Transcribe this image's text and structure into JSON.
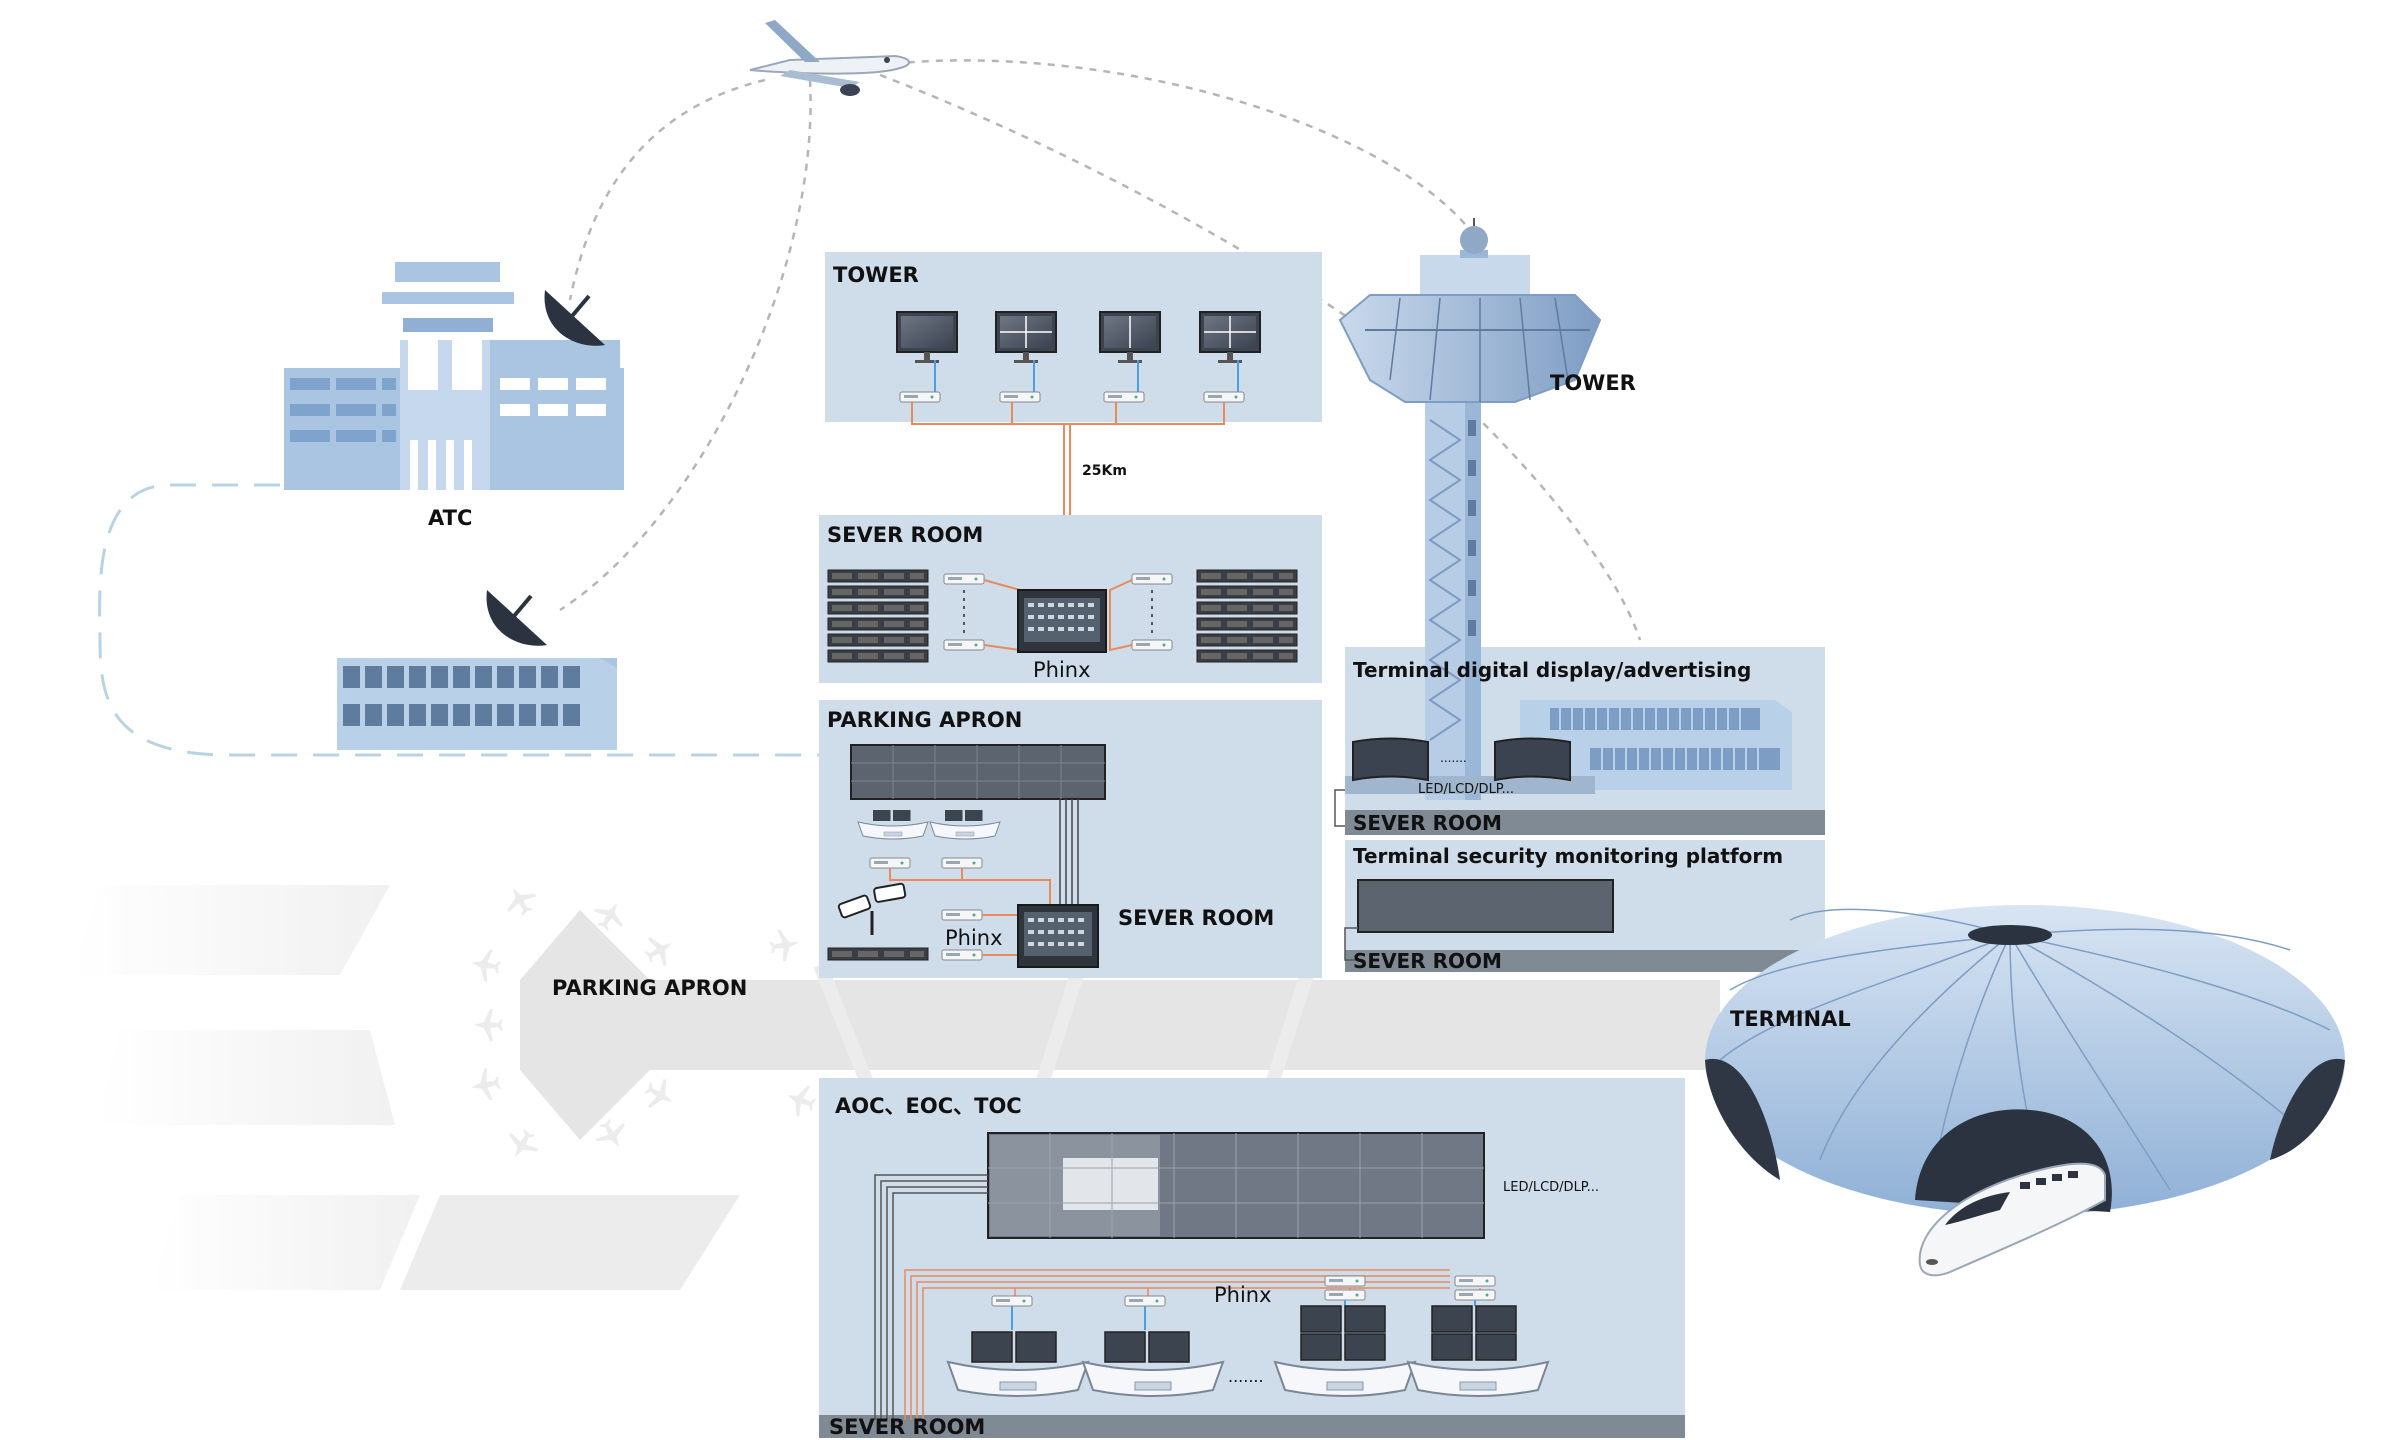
{
  "labels": {
    "atc": "ATC",
    "tower_panel": "TOWER",
    "tower_building": "TOWER",
    "server_room_top": "SEVER ROOM",
    "distance": "25Km",
    "phinx_top": "Phinx",
    "parking_apron_panel": "PARKING APRON",
    "phinx_apron": "Phinx",
    "server_room_apron": "SEVER ROOM",
    "parking_apron_field": "PARKING APRON",
    "terminal_display": "Terminal digital display/advertising",
    "led_small": "LED/LCD/DLP...",
    "server_room_display": "SEVER ROOM",
    "terminal_security": "Terminal security monitoring platform",
    "server_room_security": "SEVER ROOM",
    "terminal": "TERMINAL",
    "aoc": "AOC、EOC、TOC",
    "led_aoc": "LED/LCD/DLP...",
    "phinx_aoc": "Phinx",
    "dots_aoc": ".......",
    "dots_display": ".......",
    "server_room_bottom": "SEVER ROOM"
  },
  "icons": [
    "airplane-icon",
    "satellite-dish-icon",
    "monitor-icon",
    "server-rack-icon",
    "camera-icon",
    "train-icon",
    "control-tower-icon",
    "terminal-building-icon"
  ],
  "colors": {
    "panel": "#cfdcea",
    "panel_strip": "#7f8a94",
    "building_blue": "#a9c5e2",
    "building_dark": "#7ea3cc",
    "fiber": "#e88a5a",
    "dash": "#b5b5b5",
    "road": "#e5e5e5"
  }
}
